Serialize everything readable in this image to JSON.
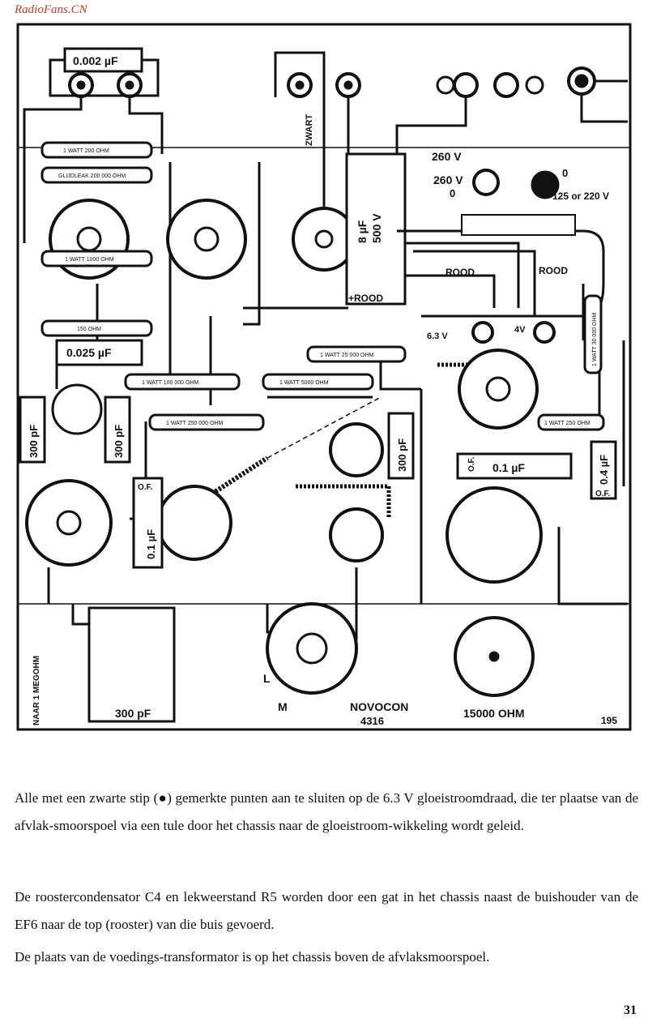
{
  "watermark": "RadioFans.CN",
  "diagram": {
    "labels": {
      "c_top": "0.002 µF",
      "zwart": "ZWART",
      "v260_top": "260 V",
      "v260_mid": "260 V",
      "zero_mid": "0",
      "zero_right": "0",
      "mains": "125 or 220 V",
      "cap_8uf": "8 µF",
      "cap_500v": "500 V",
      "rood_plus": "+ROOD",
      "rood_1": "ROOD",
      "rood_2": "ROOD",
      "v63": "6.3 V",
      "v4": "4V",
      "r_1watt_200": "1 WATT 200 OHM",
      "r_glijdlek": "GLIJDLEAK 200 000 OHM",
      "r_1watt_1000": "1 WATT 1000 OHM",
      "r_150": "150 OHM",
      "c_0025": "0.025 µF",
      "r_25000": "1 WATT 25 000 OHM",
      "r_5000": "1 WATT 5000 OHM",
      "r_100000": "1 WATT 100 000 OHM",
      "r_250000": "1 WATT 250 000 OHM",
      "r_250_right": "1 WATT 250 OHM",
      "r_30000": "1 WATT 30 000 OHM",
      "c_300pf_1": "300 pF",
      "c_300pf_2": "300 pF",
      "c_300pf_3": "300 pF",
      "c_300pf_bottom": "300 pF",
      "c_01_left": "0.1 µF",
      "c_01_mid": "0.1 µF",
      "c_04": "0.4 µF",
      "of_left": "O.F.",
      "of_mid": "O.F.",
      "of_right": "O.F.",
      "naar": "NAAR 1 MEGOHM",
      "novocon": "NOVOCON",
      "novocon_num": "4316",
      "pot_15000": "15000 OHM",
      "pin_l": "L",
      "pin_m": "M",
      "fig_number": "195"
    }
  },
  "caption": {
    "p1": "Alle met een zwarte stip (●) gemerkte punten aan te sluiten op de 6.3 V gloeistroomdraad, die ter plaatse van de afvlak-smoorspoel via een tule door het chassis naar de gloeistroom-wikkeling wordt geleid.",
    "p2": "De roostercondensator C4 en lekweerstand R5 worden door een gat in het chassis naast de buishouder van de EF6 naar de top (rooster) van die buis gevoerd.",
    "p3": "De plaats van de voedings-transformator is op het chassis boven de afvlaksmoorspoel."
  },
  "page_number": "31",
  "colors": {
    "ink": "#111111",
    "watermark": "#c0392b",
    "paper": "#ffffff"
  }
}
